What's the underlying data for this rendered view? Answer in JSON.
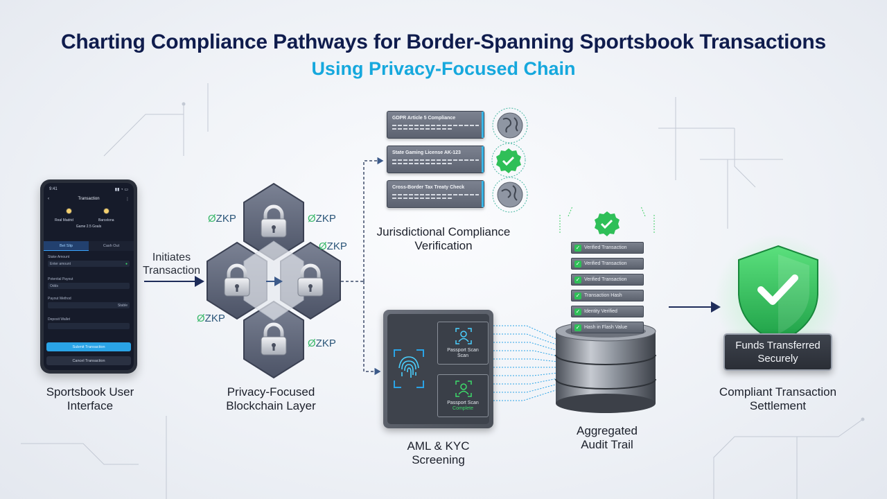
{
  "header": {
    "title": "Charting Compliance Pathways for Border-Spanning Sportsbook Transactions",
    "subtitle": "Using Privacy-Focused Chain"
  },
  "phone": {
    "time": "9:41",
    "app_title": "Transaction",
    "team_home": "Real Madrid",
    "team_away": "Barcelona",
    "match_time": "Game 2.5 Goals",
    "tab_active": "Bet Slip",
    "tab_inactive": "Cash Out",
    "rows": [
      {
        "label": "Stake Amount",
        "value": "Enter amount"
      },
      {
        "label": "Potential Payout",
        "value": "Odds"
      },
      {
        "label": "Payout Method",
        "value": "Stable"
      },
      {
        "label": "Deposit Wallet",
        "value": ""
      }
    ],
    "primary_button": "Submit Transaction",
    "secondary_button": "Cancel Transaction"
  },
  "flow": {
    "initiates": "Initiates Transaction",
    "zkp_label": "ZKP"
  },
  "compliance_cards": [
    "GDPR Article 5 Compliance",
    "State Gaming License AK-123",
    "Cross-Border Tax Treaty Check"
  ],
  "scanner": {
    "card1": "Passport Scan",
    "card1_line2": "Scan",
    "card2": "Passport Scan",
    "card2_status": "Complete"
  },
  "ledger_entries": [
    "Verified Transaction",
    "Verified Transaction",
    "Verified Transaction",
    "Transaction Hash",
    "Identity Verified",
    "Hash in Flash Value"
  ],
  "funds_box": "Funds Transferred Securely",
  "labels": {
    "sportsbook": "Sportsbook User Interface",
    "blockchain": "Privacy-Focused Blockchain Layer",
    "jurisdiction": "Jurisdictional Compliance Verification",
    "aml": "AML & KYC Screening",
    "audit": "Aggregated Audit Trail",
    "settlement": "Compliant Transaction Settlement"
  },
  "colors": {
    "title": "#0f1c4d",
    "subtitle": "#16a8dd",
    "check_green": "#2fbf58",
    "shield_green": "#3ccf63",
    "accent_blue": "#2aa3e6"
  },
  "icons": [
    "lock-icon",
    "check-badge-icon",
    "globe-icon",
    "fingerprint-icon",
    "user-scan-icon",
    "shield-check-icon",
    "database-icon"
  ]
}
